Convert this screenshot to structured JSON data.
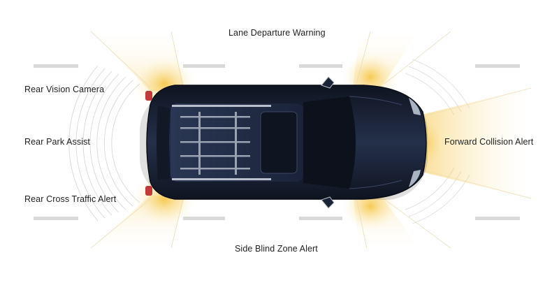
{
  "labels": {
    "lane_departure_warning": "Lane Departure Warning",
    "rear_vision_camera": "Rear Vision Camera",
    "rear_park_assist": "Rear Park Assist",
    "rear_cross_traffic_alert": "Rear Cross Traffic Alert",
    "forward_collision_alert": "Forward Collision Alert",
    "side_blind_zone_alert": "Side Blind Zone Alert"
  },
  "colors": {
    "background": "#ffffff",
    "sensor_glow": "#f6c23d",
    "car_body": "#1b2336",
    "lane_marking": "#d9d9d9",
    "sensor_waves": "#cfcfcf",
    "label_text": "#1f1f1f"
  },
  "icons": {
    "vehicle": "suv-top-view",
    "rear_sensor": "sensor-wave-arcs"
  }
}
